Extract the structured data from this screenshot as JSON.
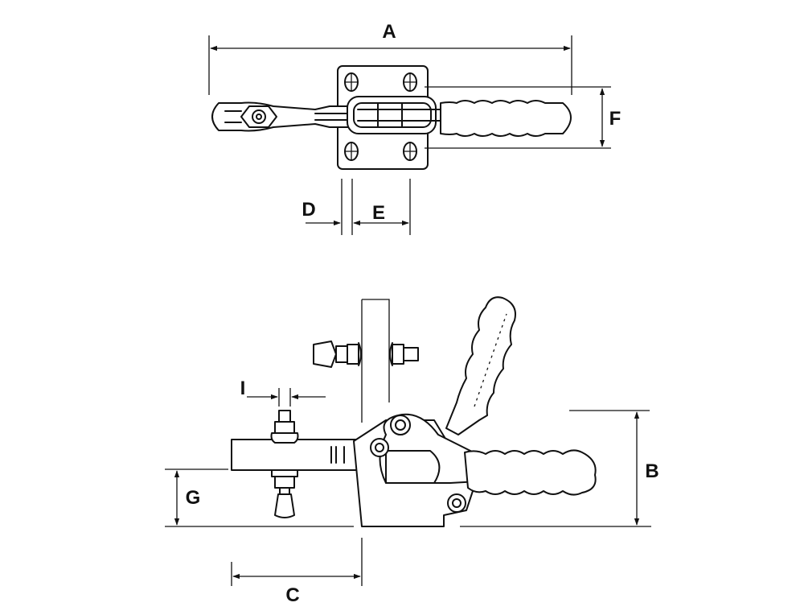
{
  "dimension_labels": {
    "a": "A",
    "b": "B",
    "c": "C",
    "d": "D",
    "e": "E",
    "f": "F",
    "g": "G",
    "i": "I"
  }
}
